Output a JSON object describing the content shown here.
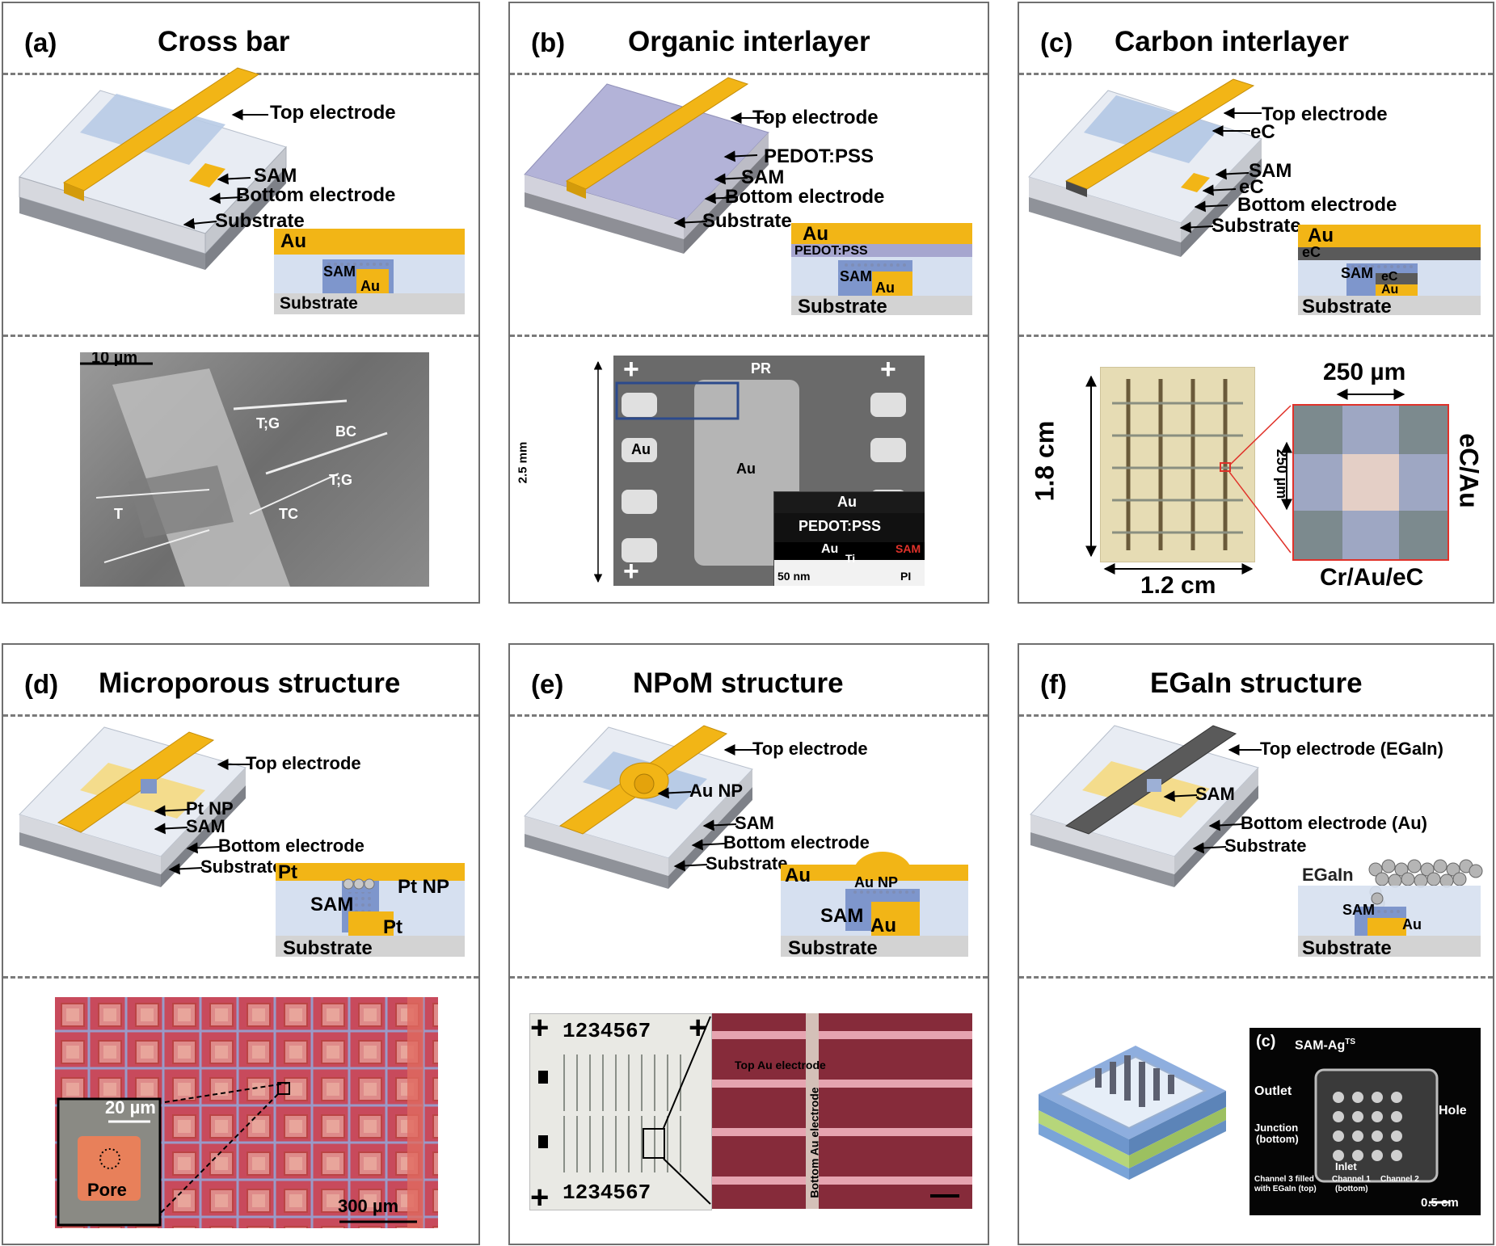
{
  "panels": {
    "a": {
      "letter": "(a)",
      "title": "Cross bar",
      "labels": {
        "top": "Top electrode",
        "sam": "SAM",
        "bottom": "Bottom electrode",
        "substrate": "Substrate"
      },
      "cross": {
        "au": "Au",
        "sam": "SAM",
        "au_small": "Au",
        "substrate": "Substrate"
      },
      "photo": {
        "scale": "10 µm",
        "tg1": "T;G",
        "bc": "BC",
        "tg2": "T;G",
        "t": "T",
        "tc": "TC"
      }
    },
    "b": {
      "letter": "(b)",
      "title": "Organic interlayer",
      "labels": {
        "top": "Top electrode",
        "pedot": "PEDOT:PSS",
        "sam": "SAM",
        "bottom": "Bottom electrode",
        "substrate": "Substrate"
      },
      "cross": {
        "au": "Au",
        "pedot": "PEDOT:PSS",
        "sam": "SAM",
        "au_small": "Au",
        "substrate": "Substrate"
      },
      "photo": {
        "pr": "PR",
        "au_left": "Au",
        "au_center": "Au",
        "dim": "2.5 mm",
        "inset_au": "Au",
        "inset_pedot": "PEDOT:PSS",
        "inset_au2": "Au",
        "inset_ti": "Ti",
        "inset_sam": "SAM",
        "inset_scale": "50 nm",
        "inset_pi": "PI"
      }
    },
    "c": {
      "letter": "(c)",
      "title": "Carbon interlayer",
      "labels": {
        "top": "Top electrode",
        "ec1": "eC",
        "sam": "SAM",
        "ec2": "eC",
        "bottom": "Bottom electrode",
        "substrate": "Substrate"
      },
      "cross": {
        "au": "Au",
        "ec": "eC",
        "sam": "SAM",
        "ec_small": "eC",
        "au_small": "Au",
        "substrate": "Substrate"
      },
      "photo": {
        "height": "1.8 cm",
        "width": "1.2 cm",
        "zoom_w": "250 µm",
        "zoom_h": "250 µm",
        "side": "eC/Au",
        "bottom": "Cr/Au/eC"
      }
    },
    "d": {
      "letter": "(d)",
      "title": "Microporous structure",
      "labels": {
        "top": "Top electrode",
        "ptnp": "Pt NP",
        "sam": "SAM",
        "bottom": "Bottom electrode",
        "substrate": "Substrate"
      },
      "cross": {
        "pt": "Pt",
        "ptnp": "Pt NP",
        "sam": "SAM",
        "pt_small": "Pt",
        "substrate": "Substrate"
      },
      "photo": {
        "inset_scale": "20 µm",
        "pore": "Pore",
        "scale": "300 µm"
      }
    },
    "e": {
      "letter": "(e)",
      "title": "NPoM structure",
      "labels": {
        "top": "Top electrode",
        "aunp": "Au NP",
        "sam": "SAM",
        "bottom": "Bottom electrode",
        "substrate": "Substrate"
      },
      "cross": {
        "au": "Au",
        "aunp": "Au NP",
        "sam": "SAM",
        "au_small": "Au",
        "substrate": "Substrate"
      },
      "photo": {
        "numbers_top": "1234567",
        "numbers_bottom": "1234567",
        "top_label": "Top Au electrode",
        "bottom_label": "Bottom Au electrode"
      }
    },
    "f": {
      "letter": "(f)",
      "title": "EGaIn structure",
      "labels": {
        "top": "Top electrode (EGaIn)",
        "sam": "SAM",
        "bottom": "Bottom electrode (Au)",
        "substrate": "Substrate"
      },
      "cross": {
        "egain": "EGaIn",
        "sam": "SAM",
        "au_small": "Au",
        "substrate": "Substrate"
      },
      "photo": {
        "letter": "(c)",
        "sam_ag": "SAM-Ag",
        "ts": "TS",
        "outlet": "Outlet",
        "hole": "Hole",
        "junction": "Junction",
        "junction2": "(bottom)",
        "inlet": "Inlet",
        "ch3a": "Channel 3 filled",
        "ch3b": "with EGaIn (top)",
        "ch1a": "Channel 1",
        "ch1b": "(bottom)",
        "ch2": "Channel 2",
        "scale": "0.5 cm"
      }
    }
  },
  "colors": {
    "gold": "#f2b516",
    "sam_blue": "#b8cbe6",
    "substrate_grey": "#d2d2d2",
    "pedot": "#a6a6cf",
    "carbon": "#5a5a5a",
    "pt_red": "#c9374a",
    "border": "#6f6f6f"
  }
}
